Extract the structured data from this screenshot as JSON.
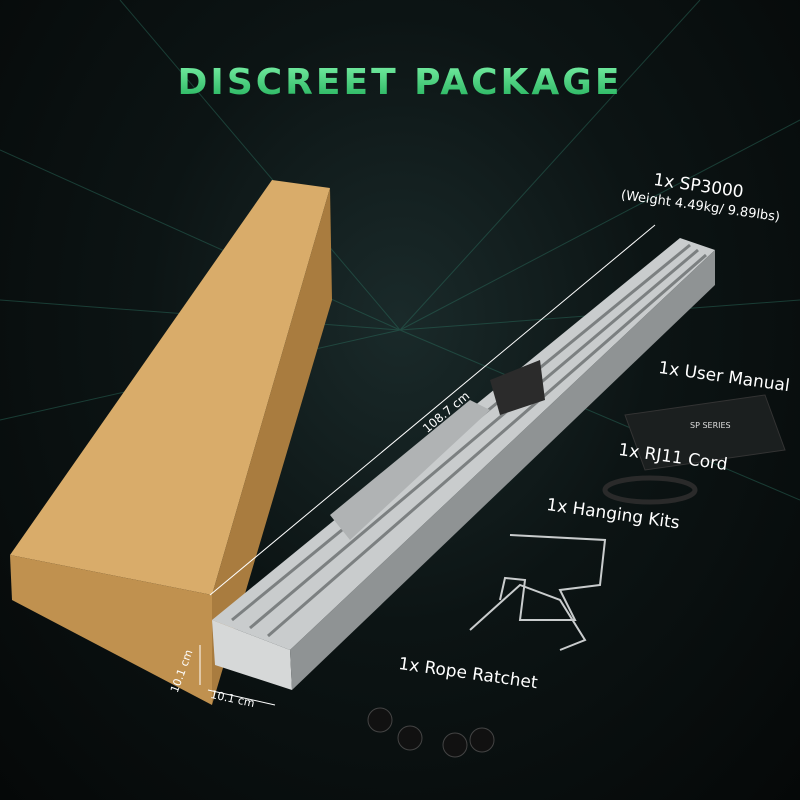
{
  "title": "DISCREET PACKAGE",
  "labels": {
    "sp3000": "1x SP3000",
    "weight": "(Weight 4.49kg/ 9.89lbs)",
    "manual": "1x User Manual",
    "rj11": "1x RJ11 Cord",
    "hanging": "1x Hanging Kits",
    "rope": "1x Rope Ratchet",
    "length": "108.7 cm",
    "height": "10.1 cm",
    "width": "10.1 cm"
  },
  "manual_cover": "SP SERIES",
  "colors": {
    "accent": "#3fd67a",
    "box": "#c79a5a",
    "bar": "#b9bcbd"
  }
}
